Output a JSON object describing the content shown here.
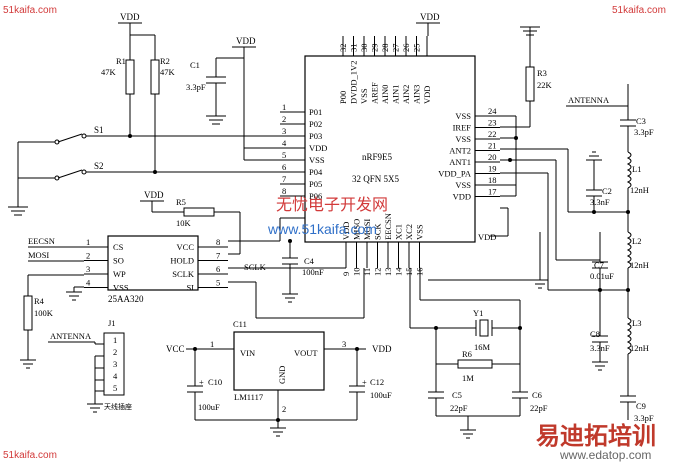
{
  "watermarks": {
    "site_top_left": "51kaifa.com",
    "site_top_right": "51kaifa.com",
    "site_bottom_left": "51kaifa.com",
    "center_cn": "无忧电子开发网",
    "center_url": "www.51kaifa.com",
    "logo_cn": "易迪拓培训",
    "logo_url": "www.edatop.com"
  },
  "power": {
    "vdd": "VDD",
    "vcc": "VCC"
  },
  "nrf": {
    "name": "nRF9E5",
    "package": "32 QFN 5X5",
    "left_pins": [
      {
        "num": "1",
        "name": "P01"
      },
      {
        "num": "2",
        "name": "P02"
      },
      {
        "num": "3",
        "name": "P03"
      },
      {
        "num": "4",
        "name": "VDD"
      },
      {
        "num": "5",
        "name": "VSS"
      },
      {
        "num": "6",
        "name": "P04"
      },
      {
        "num": "7",
        "name": "P05"
      },
      {
        "num": "8",
        "name": "P06"
      }
    ],
    "right_pins": [
      {
        "num": "24",
        "name": "VSS"
      },
      {
        "num": "23",
        "name": "IREF"
      },
      {
        "num": "22",
        "name": "VSS"
      },
      {
        "num": "21",
        "name": "ANT2"
      },
      {
        "num": "20",
        "name": "ANT1"
      },
      {
        "num": "19",
        "name": "VDD_PA"
      },
      {
        "num": "18",
        "name": "VSS"
      },
      {
        "num": "17",
        "name": "VDD"
      }
    ],
    "top_pins": [
      {
        "num": "32",
        "name": "P00"
      },
      {
        "num": "31",
        "name": "DVDD_1V2"
      },
      {
        "num": "30",
        "name": "VSS"
      },
      {
        "num": "29",
        "name": "AREF"
      },
      {
        "num": "28",
        "name": "AIN0"
      },
      {
        "num": "27",
        "name": "AIN1"
      },
      {
        "num": "26",
        "name": "AIN2"
      },
      {
        "num": "25",
        "name": "AIN3"
      },
      {
        "num": "",
        "name": "VDD"
      }
    ],
    "bottom_pins": [
      {
        "num": "9",
        "name": "VDD"
      },
      {
        "num": "10",
        "name": "MISO"
      },
      {
        "num": "11",
        "name": "MOSI"
      },
      {
        "num": "12",
        "name": "SCK"
      },
      {
        "num": "13",
        "name": "EECSN"
      },
      {
        "num": "14",
        "name": "XC1"
      },
      {
        "num": "15",
        "name": "XC2"
      },
      {
        "num": "16",
        "name": "VSS"
      }
    ]
  },
  "eeprom": {
    "name": "25AA320",
    "left_pins": [
      {
        "num": "1",
        "name": "CS",
        "net": "EECSN"
      },
      {
        "num": "2",
        "name": "SO",
        "net": "MOSI"
      },
      {
        "num": "3",
        "name": "WP",
        "net": ""
      },
      {
        "num": "4",
        "name": "VSS",
        "net": ""
      }
    ],
    "right_pins": [
      {
        "num": "8",
        "name": "VCC"
      },
      {
        "num": "7",
        "name": "HOLD"
      },
      {
        "num": "6",
        "name": "SCLK",
        "net": "SCLK"
      },
      {
        "num": "5",
        "name": "SI"
      }
    ]
  },
  "regulator": {
    "ref": "C11",
    "name": "LM1117",
    "vin": "VIN",
    "vout": "VOUT",
    "gnd": "GND",
    "pin1": "1",
    "pin2": "2",
    "pin3": "3"
  },
  "connector": {
    "ref": "J1",
    "net": "ANTENNA",
    "pins": [
      "1",
      "2",
      "3",
      "4",
      "5"
    ],
    "label": "天线插座"
  },
  "components": {
    "r1": {
      "ref": "R1",
      "value": "47K"
    },
    "r2": {
      "ref": "R2",
      "value": "47K"
    },
    "r3": {
      "ref": "R3",
      "value": "22K"
    },
    "r4": {
      "ref": "R4",
      "value": "100K"
    },
    "r5": {
      "ref": "R5",
      "value": "10K"
    },
    "r6": {
      "ref": "R6",
      "value": "1M"
    },
    "c1": {
      "ref": "C1",
      "value": "3.3pF"
    },
    "c2": {
      "ref": "C2",
      "value": "3.3nF"
    },
    "c3": {
      "ref": "C3",
      "value": "3.3pF"
    },
    "c4": {
      "ref": "C4",
      "value": "100nF"
    },
    "c5": {
      "ref": "C5",
      "value": "22pF"
    },
    "c6": {
      "ref": "C6",
      "value": "22pF"
    },
    "c7": {
      "ref": "C7",
      "value": "0.01uF"
    },
    "c8": {
      "ref": "C8",
      "value": "3.3nF"
    },
    "c9": {
      "ref": "C9",
      "value": "3.3pF"
    },
    "c10": {
      "ref": "C10",
      "value": "100uF"
    },
    "c12": {
      "ref": "C12",
      "value": "100uF"
    },
    "l1": {
      "ref": "L1",
      "value": "12nH"
    },
    "l2": {
      "ref": "L2",
      "value": "12nH"
    },
    "l3": {
      "ref": "L3",
      "value": "12nH"
    },
    "y1": {
      "ref": "Y1",
      "value": "16M"
    },
    "s1": {
      "ref": "S1"
    },
    "s2": {
      "ref": "S2"
    }
  },
  "nets": {
    "antenna": "ANTENNA",
    "eecsn": "EECSN",
    "mosi": "MOSI",
    "sclk": "SCLK",
    "miso": "MISO",
    "sclk_v": "SCLK",
    "eecsn_v": "EECSN"
  },
  "plus_sign": "+"
}
